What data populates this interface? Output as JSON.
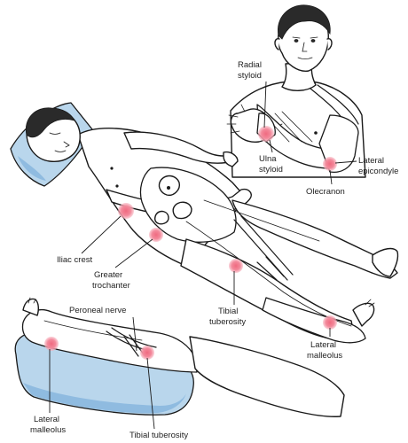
{
  "colors": {
    "pressure_point": "#f06a80",
    "pressure_point_glow": "#f7b3bf",
    "pillow": "#b9d6ec",
    "pillow_shade": "#8fbbe0",
    "outline": "#1a1a1a"
  },
  "labels": {
    "radial_styloid": [
      "Radial",
      "styloid"
    ],
    "ulna_styloid": [
      "Ulna",
      "styloid"
    ],
    "lateral_epicondyle": [
      "Lateral",
      "epicondyle"
    ],
    "olecranon": "Olecranon",
    "iliac_crest": "Iliac crest",
    "greater_trochanter": [
      "Greater",
      "trochanter"
    ],
    "tibial_tuberosity_upper": [
      "Tibial",
      "tuberosity"
    ],
    "lateral_malleolus_right": [
      "Lateral",
      "malleolus"
    ],
    "peroneal_nerve": "Peroneal nerve",
    "lateral_malleolus_left": [
      "Lateral",
      "malleolus"
    ],
    "tibial_tuberosity_lower": "Tibial tuberosity"
  }
}
